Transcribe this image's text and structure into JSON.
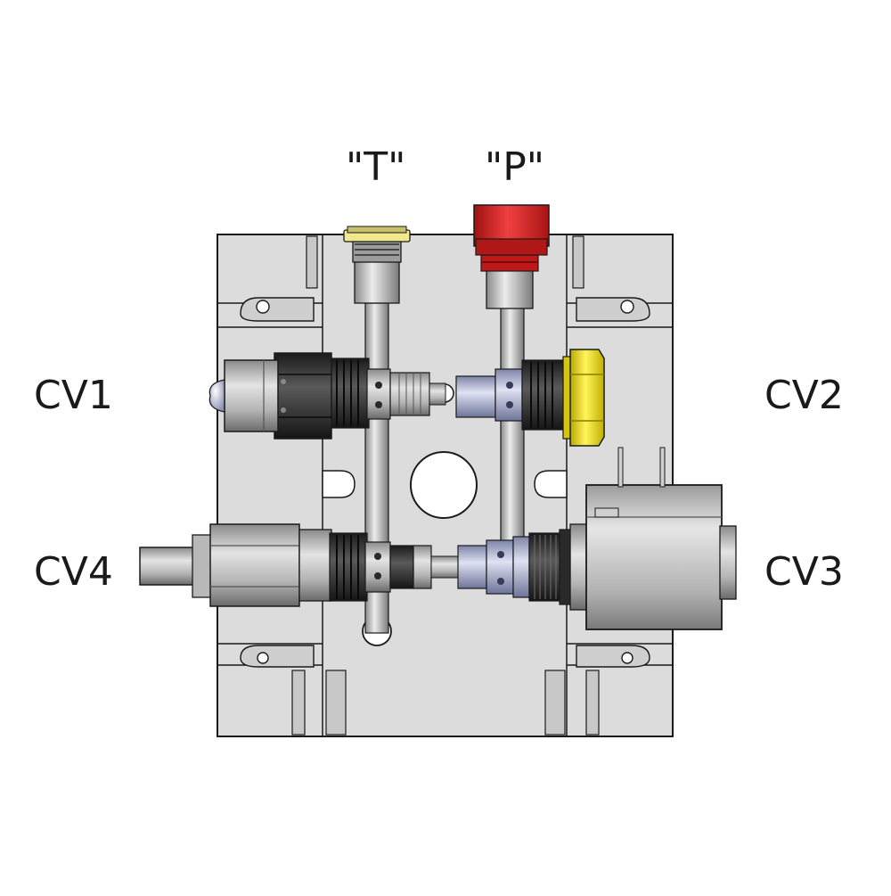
{
  "port_labels": {
    "t": "\"T\"",
    "p": "\"P\""
  },
  "valve_labels": {
    "cv1": "CV1",
    "cv2": "CV2",
    "cv3": "CV3",
    "cv4": "CV4"
  },
  "colors": {
    "block": "#dcdcdc",
    "outline": "#1a1a1a",
    "t_plug": "#e8e070",
    "p_cap": "#d52020",
    "cv2_nut": "#f2e21e",
    "cartridge_dark": "#2a2a2a",
    "cartridge_grey": "#9a9a9a",
    "cartridge_blue": "#b8bcd8"
  }
}
